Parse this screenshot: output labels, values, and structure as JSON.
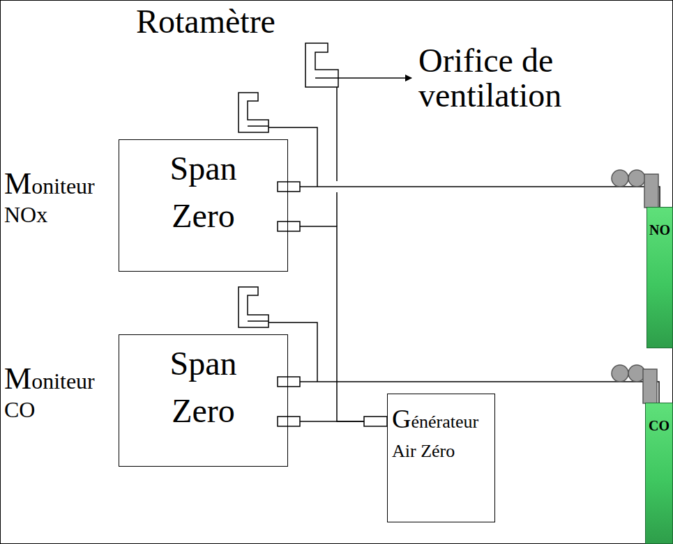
{
  "diagram": {
    "nodes": [
      {
        "text": [
          "Moniteur NOx",
          "Span",
          "Zero"
        ]
      },
      {
        "text": [
          "Moniteur CO",
          "Span",
          "Zero"
        ]
      },
      {
        "text": [
          "Générateur Air Zéro"
        ]
      },
      {
        "text": [
          "NO"
        ]
      },
      {
        "text": [
          "CO"
        ]
      }
    ],
    "edges": [
      {
        "from": 2,
        "to": 0,
        "arrow": "none"
      },
      {
        "from": 2,
        "to": 1,
        "arrow": "none"
      },
      {
        "from": 3,
        "to": 0,
        "arrow": "none"
      },
      {
        "from": 4,
        "to": 1,
        "arrow": "none"
      }
    ],
    "labels": [
      "Rotamètre",
      "Orifice de ventilation"
    ]
  }
}
